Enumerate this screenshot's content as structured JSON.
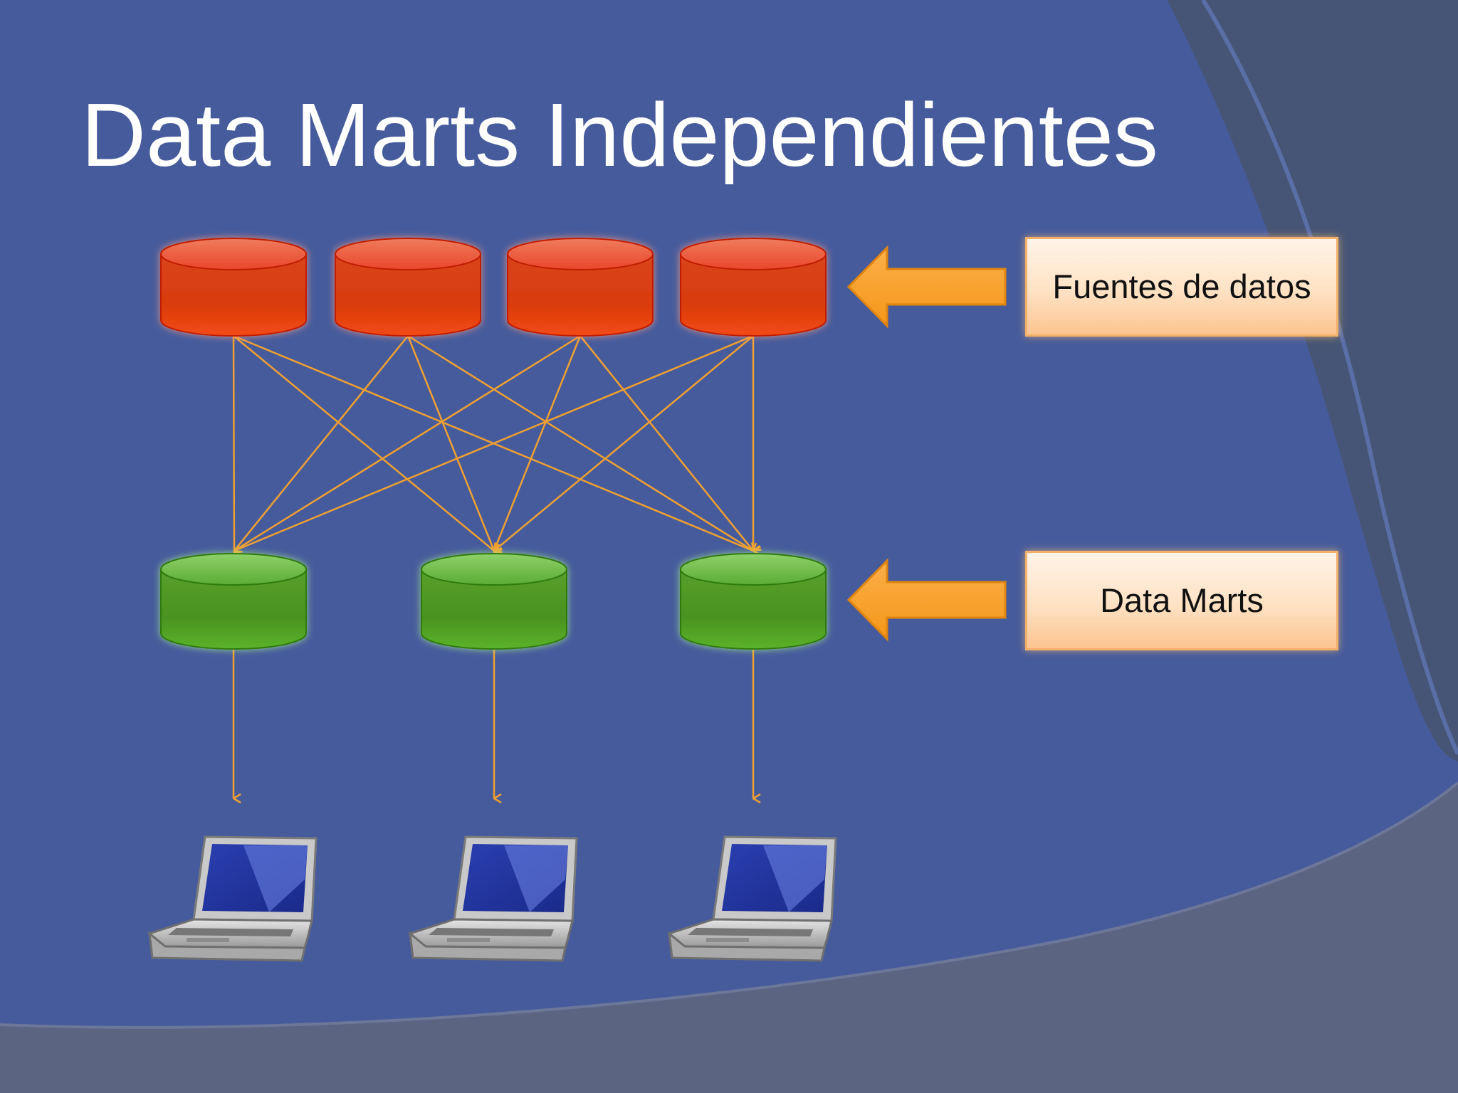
{
  "slide": {
    "title": "Data Marts Independientes"
  },
  "labels": {
    "sources": "Fuentes de datos",
    "marts": "Data Marts"
  },
  "colors": {
    "background": "#465b9c",
    "source_db": "#e3320f",
    "data_mart": "#4e9a23",
    "arrow": "#f8a22a",
    "connector": "#f0a030"
  },
  "icons": {
    "sources": [
      "database-icon",
      "database-icon",
      "database-icon",
      "database-icon"
    ],
    "marts": [
      "database-icon",
      "database-icon",
      "database-icon"
    ],
    "clients": [
      "laptop-icon",
      "laptop-icon",
      "laptop-icon"
    ]
  },
  "connections": [
    {
      "from": "source-1",
      "to": [
        "mart-1",
        "mart-2",
        "mart-3"
      ]
    },
    {
      "from": "source-2",
      "to": [
        "mart-1",
        "mart-2",
        "mart-3"
      ]
    },
    {
      "from": "source-3",
      "to": [
        "mart-1",
        "mart-2",
        "mart-3"
      ]
    },
    {
      "from": "source-4",
      "to": [
        "mart-1",
        "mart-2",
        "mart-3"
      ]
    },
    {
      "from": "mart-1",
      "to": [
        "client-1"
      ]
    },
    {
      "from": "mart-2",
      "to": [
        "client-2"
      ]
    },
    {
      "from": "mart-3",
      "to": [
        "client-3"
      ]
    }
  ]
}
